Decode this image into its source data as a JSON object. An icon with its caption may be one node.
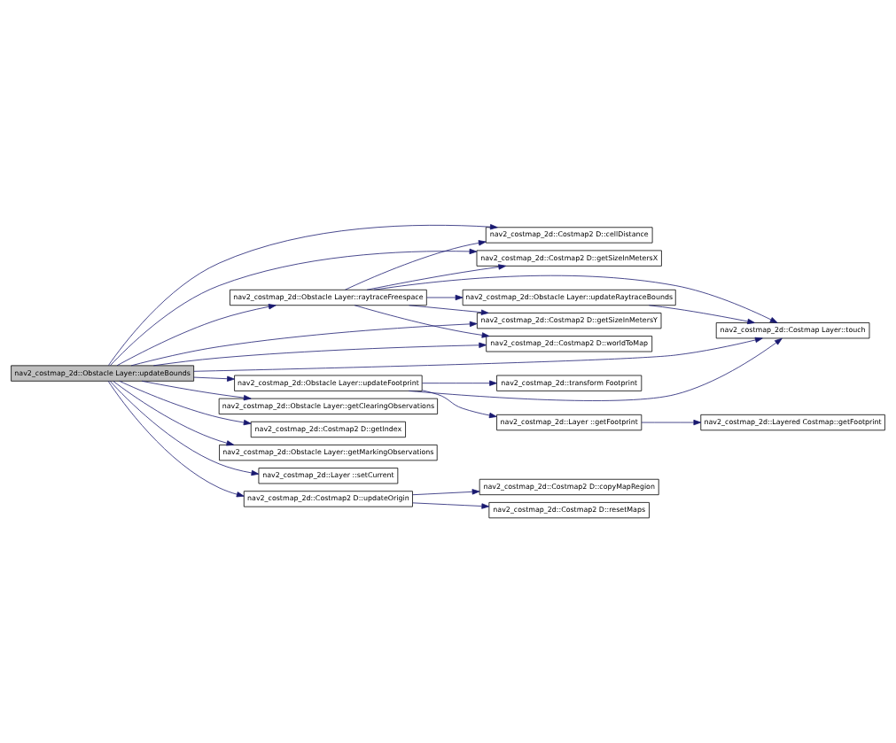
{
  "diagram": {
    "nodes": [
      {
        "text": [
          "nav2_costmap_2d::Obstacle Layer::updateBounds"
        ]
      },
      {
        "text": [
          "nav2_costmap_2d::Costmap2 D::cellDistance"
        ]
      },
      {
        "text": [
          "nav2_costmap_2d::Costmap2 D::getSizeInMetersX"
        ]
      },
      {
        "text": [
          "nav2_costmap_2d::Obstacle Layer::raytraceFreespace"
        ]
      },
      {
        "text": [
          "nav2_costmap_2d::Obstacle Layer::updateRaytraceBounds"
        ]
      },
      {
        "text": [
          "nav2_costmap_2d::Costmap2 D::getSizeInMetersY"
        ]
      },
      {
        "text": [
          "nav2_costmap_2d::Costmap2 D::worldToMap"
        ]
      },
      {
        "text": [
          "nav2_costmap_2d::Costmap Layer::touch"
        ]
      },
      {
        "text": [
          "nav2_costmap_2d::Obstacle Layer::updateFootprint"
        ]
      },
      {
        "text": [
          "nav2_costmap_2d::transform Footprint"
        ]
      },
      {
        "text": [
          "nav2_costmap_2d::Layer ::getFootprint"
        ]
      },
      {
        "text": [
          "nav2_costmap_2d::Layered Costmap::getFootprint"
        ]
      },
      {
        "text": [
          "nav2_costmap_2d::Obstacle Layer::getClearingObservations"
        ]
      },
      {
        "text": [
          "nav2_costmap_2d::Costmap2 D::getIndex"
        ]
      },
      {
        "text": [
          "nav2_costmap_2d::Obstacle Layer::getMarkingObservations"
        ]
      },
      {
        "text": [
          "nav2_costmap_2d::Layer ::setCurrent"
        ]
      },
      {
        "text": [
          "nav2_costmap_2d::Costmap2 D::updateOrigin"
        ]
      },
      {
        "text": [
          "nav2_costmap_2d::Costmap2 D::copyMapRegion"
        ]
      },
      {
        "text": [
          "nav2_costmap_2d::Costmap2 D::resetMaps"
        ]
      }
    ],
    "edges": [
      {
        "from": 0,
        "to": 1,
        "arrow": "to"
      },
      {
        "from": 0,
        "to": 2,
        "arrow": "to"
      },
      {
        "from": 0,
        "to": 3,
        "arrow": "to"
      },
      {
        "from": 0,
        "to": 5,
        "arrow": "to"
      },
      {
        "from": 0,
        "to": 6,
        "arrow": "to"
      },
      {
        "from": 0,
        "to": 7,
        "arrow": "to"
      },
      {
        "from": 0,
        "to": 8,
        "arrow": "to"
      },
      {
        "from": 0,
        "to": 12,
        "arrow": "to"
      },
      {
        "from": 0,
        "to": 13,
        "arrow": "to"
      },
      {
        "from": 0,
        "to": 14,
        "arrow": "to"
      },
      {
        "from": 0,
        "to": 15,
        "arrow": "to"
      },
      {
        "from": 0,
        "to": 16,
        "arrow": "to"
      },
      {
        "from": 3,
        "to": 1,
        "arrow": "to"
      },
      {
        "from": 3,
        "to": 2,
        "arrow": "to"
      },
      {
        "from": 3,
        "to": 7,
        "arrow": "to"
      },
      {
        "from": 3,
        "to": 4,
        "arrow": "to"
      },
      {
        "from": 3,
        "to": 5,
        "arrow": "to"
      },
      {
        "from": 3,
        "to": 6,
        "arrow": "to"
      },
      {
        "from": 4,
        "to": 7,
        "arrow": "to"
      },
      {
        "from": 8,
        "to": 7,
        "arrow": "to"
      },
      {
        "from": 8,
        "to": 9,
        "arrow": "to"
      },
      {
        "from": 8,
        "to": 10,
        "arrow": "to"
      },
      {
        "from": 10,
        "to": 11,
        "arrow": "to"
      },
      {
        "from": 16,
        "to": 17,
        "arrow": "to"
      },
      {
        "from": 16,
        "to": 18,
        "arrow": "to"
      }
    ]
  }
}
